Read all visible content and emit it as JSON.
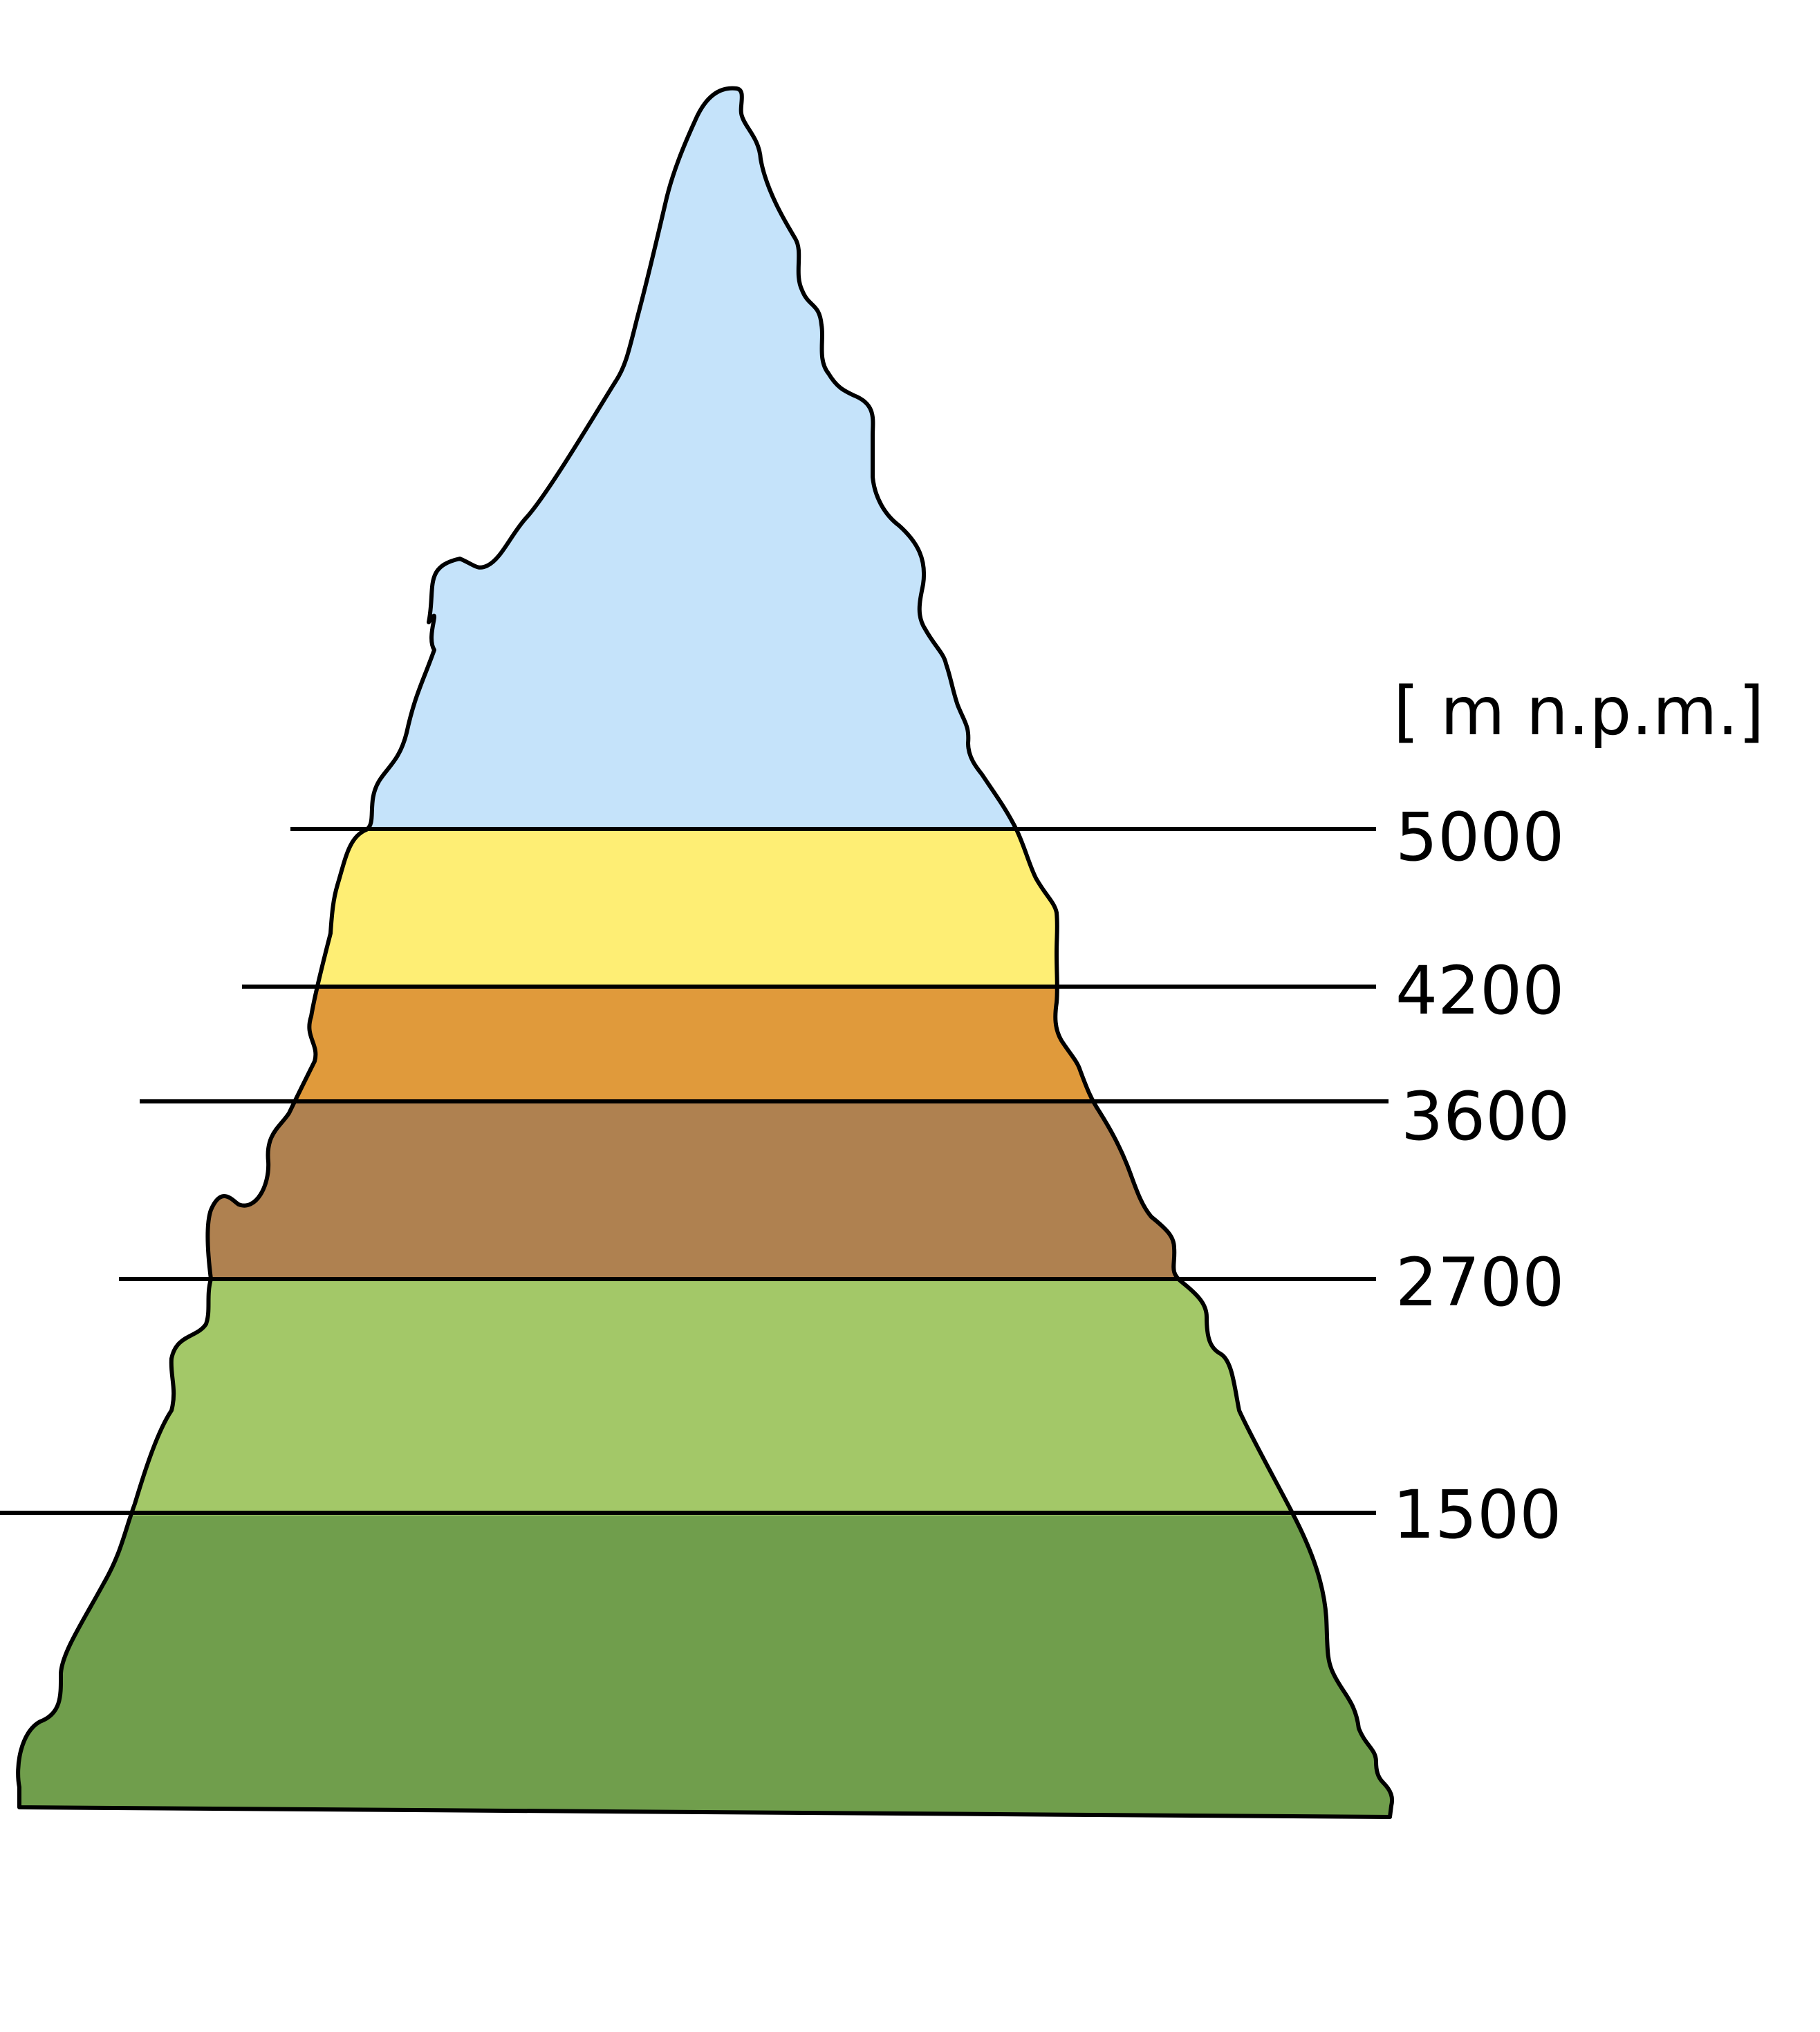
{
  "unit_label": "[ m n.p.m.]",
  "elevations": [
    {
      "value": "5000",
      "zone_color": "#C5E3FA"
    },
    {
      "value": "4200",
      "zone_color": "#FEEE74"
    },
    {
      "value": "3600",
      "zone_color": "#E09A3B"
    },
    {
      "value": "2700",
      "zone_color": "#AF8150"
    },
    {
      "value": "1500",
      "zone_color": "#A3C868"
    }
  ],
  "base_zone_color": "#709E4C",
  "outline_color": "#000000"
}
